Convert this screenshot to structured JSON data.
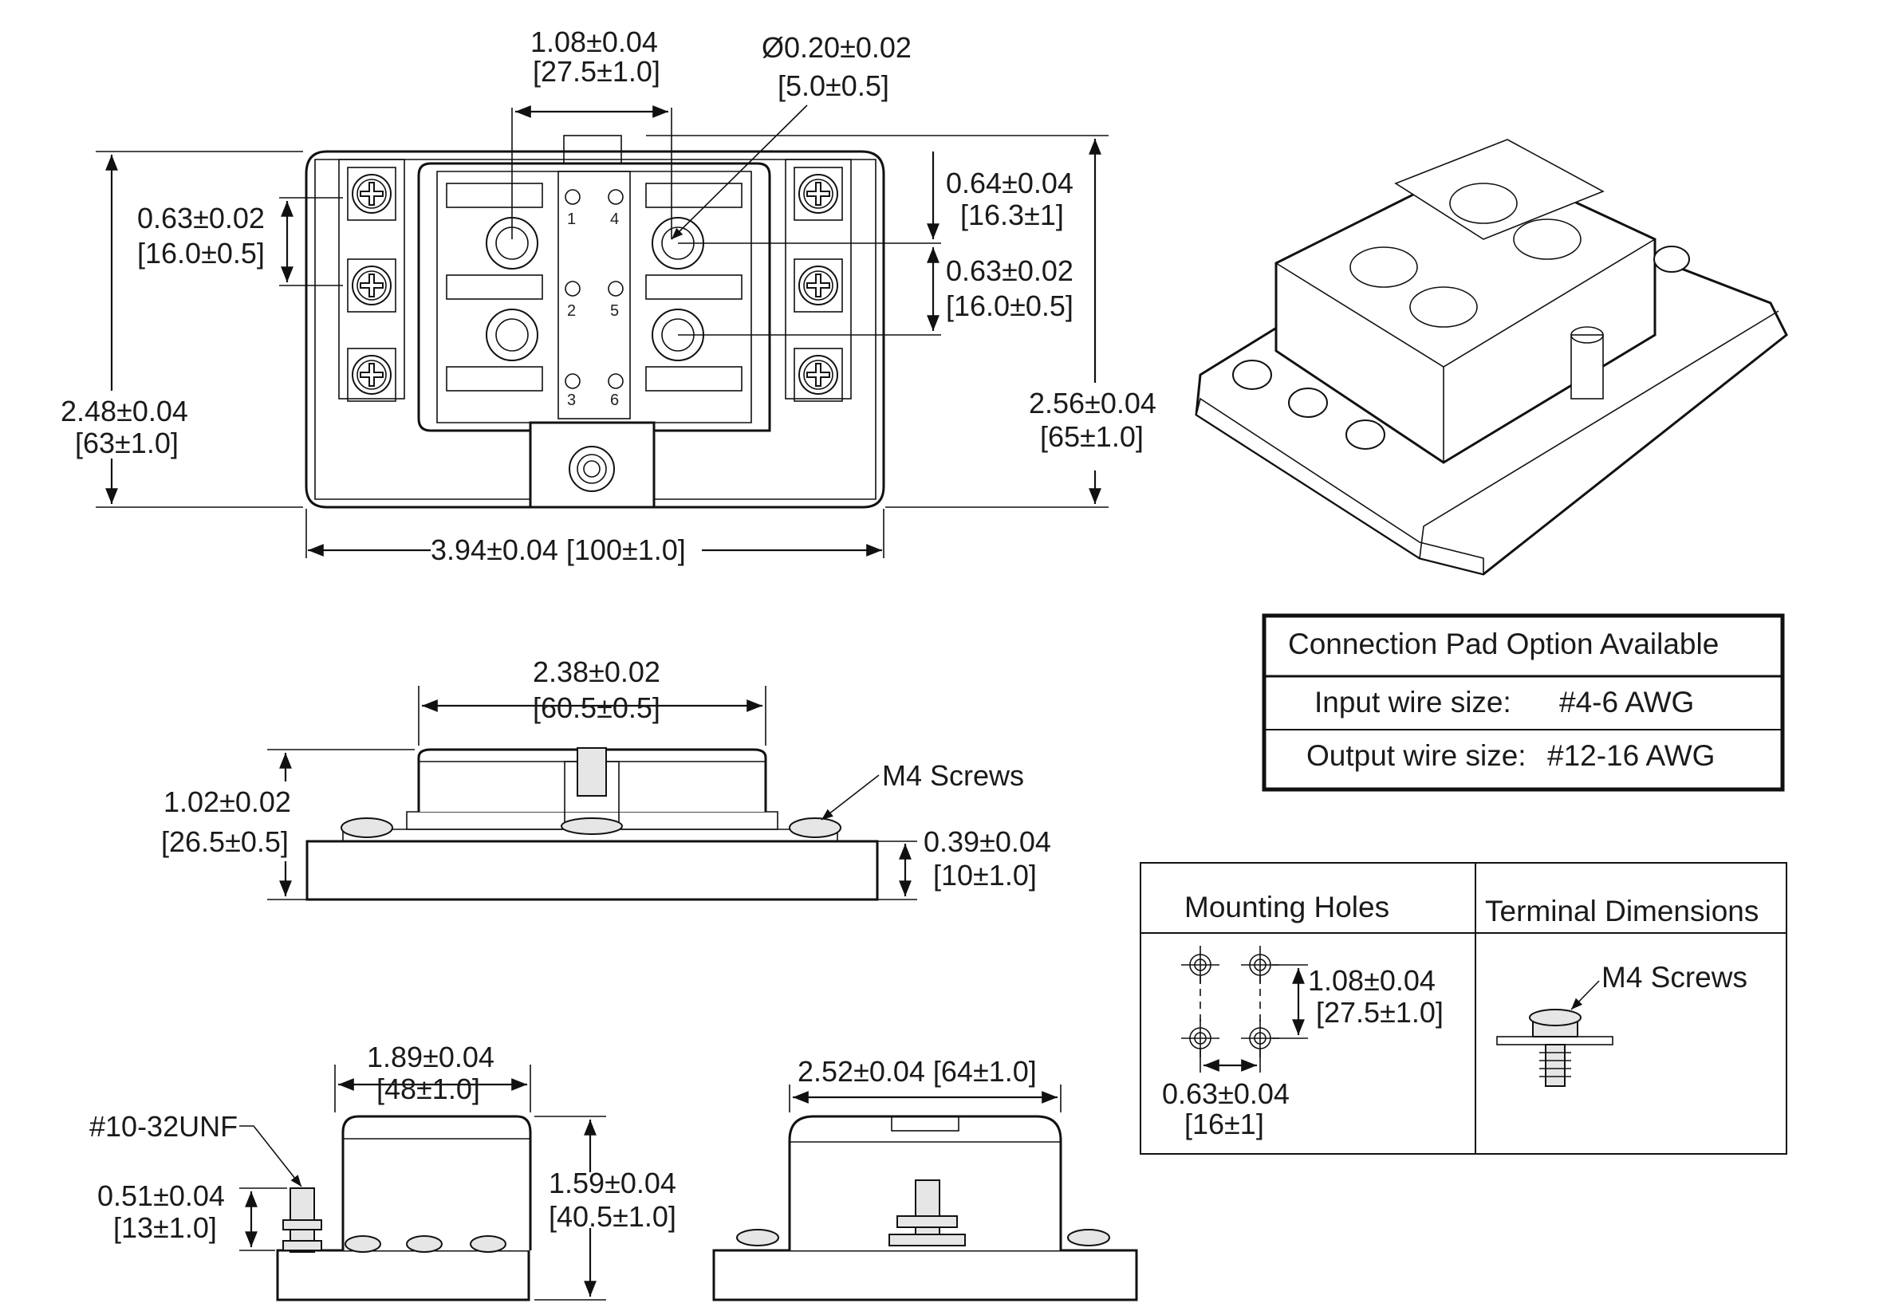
{
  "top_view": {
    "dim_width": "3.94±0.04 [100±1.0]",
    "dim_height_left_in": "2.48±0.04",
    "dim_height_left_mm": "[63±1.0]",
    "dim_height_right_in": "2.56±0.04",
    "dim_height_right_mm": "[65±1.0]",
    "dim_fuse_pitch_in": "1.08±0.04",
    "dim_fuse_pitch_mm": "[27.5±1.0]",
    "dim_hole_dia_in": "Ø0.20±0.02",
    "dim_hole_dia_mm": "[5.0±0.5]",
    "dim_terminal_pitch_in": "0.63±0.02",
    "dim_terminal_pitch_mm": "[16.0±0.5]",
    "dim_top_offset_in": "0.64±0.04",
    "dim_top_offset_mm": "[16.3±1]",
    "dim_row_pitch_in": "0.63±0.02",
    "dim_row_pitch_mm": "[16.0±0.5]",
    "slot_numbers": [
      "1",
      "4",
      "2",
      "5",
      "3",
      "6"
    ]
  },
  "side_view": {
    "dim_cover_width_in": "2.38±0.02",
    "dim_cover_width_mm": "[60.5±0.5]",
    "dim_height_in": "1.02±0.02",
    "dim_height_mm": "[26.5±0.5]",
    "dim_base_in": "0.39±0.04",
    "dim_base_mm": "[10±1.0]",
    "screw_label": "M4 Screws"
  },
  "end_view_left": {
    "stud_label": "#10-32UNF",
    "dim_width_in": "1.89±0.04",
    "dim_width_mm": "[48±1.0]",
    "dim_height_in": "1.59±0.04",
    "dim_height_mm": "[40.5±1.0]",
    "dim_stud_in": "0.51±0.04",
    "dim_stud_mm": "[13±1.0]"
  },
  "end_view_right": {
    "dim_width": "2.52±0.04 [64±1.0]"
  },
  "connection_table": {
    "title": "Connection Pad Option Available",
    "input_label": "Input wire size:",
    "input_value": "#4-6 AWG",
    "output_label": "Output wire size:",
    "output_value": "#12-16 AWG"
  },
  "mounting_table": {
    "col1_header": "Mounting Holes",
    "col2_header": "Terminal Dimensions",
    "dim_v_in": "1.08±0.04",
    "dim_v_mm": "[27.5±1.0]",
    "dim_h_in": "0.63±0.04",
    "dim_h_mm": "[16±1]",
    "screw_label": "M4 Screws"
  }
}
